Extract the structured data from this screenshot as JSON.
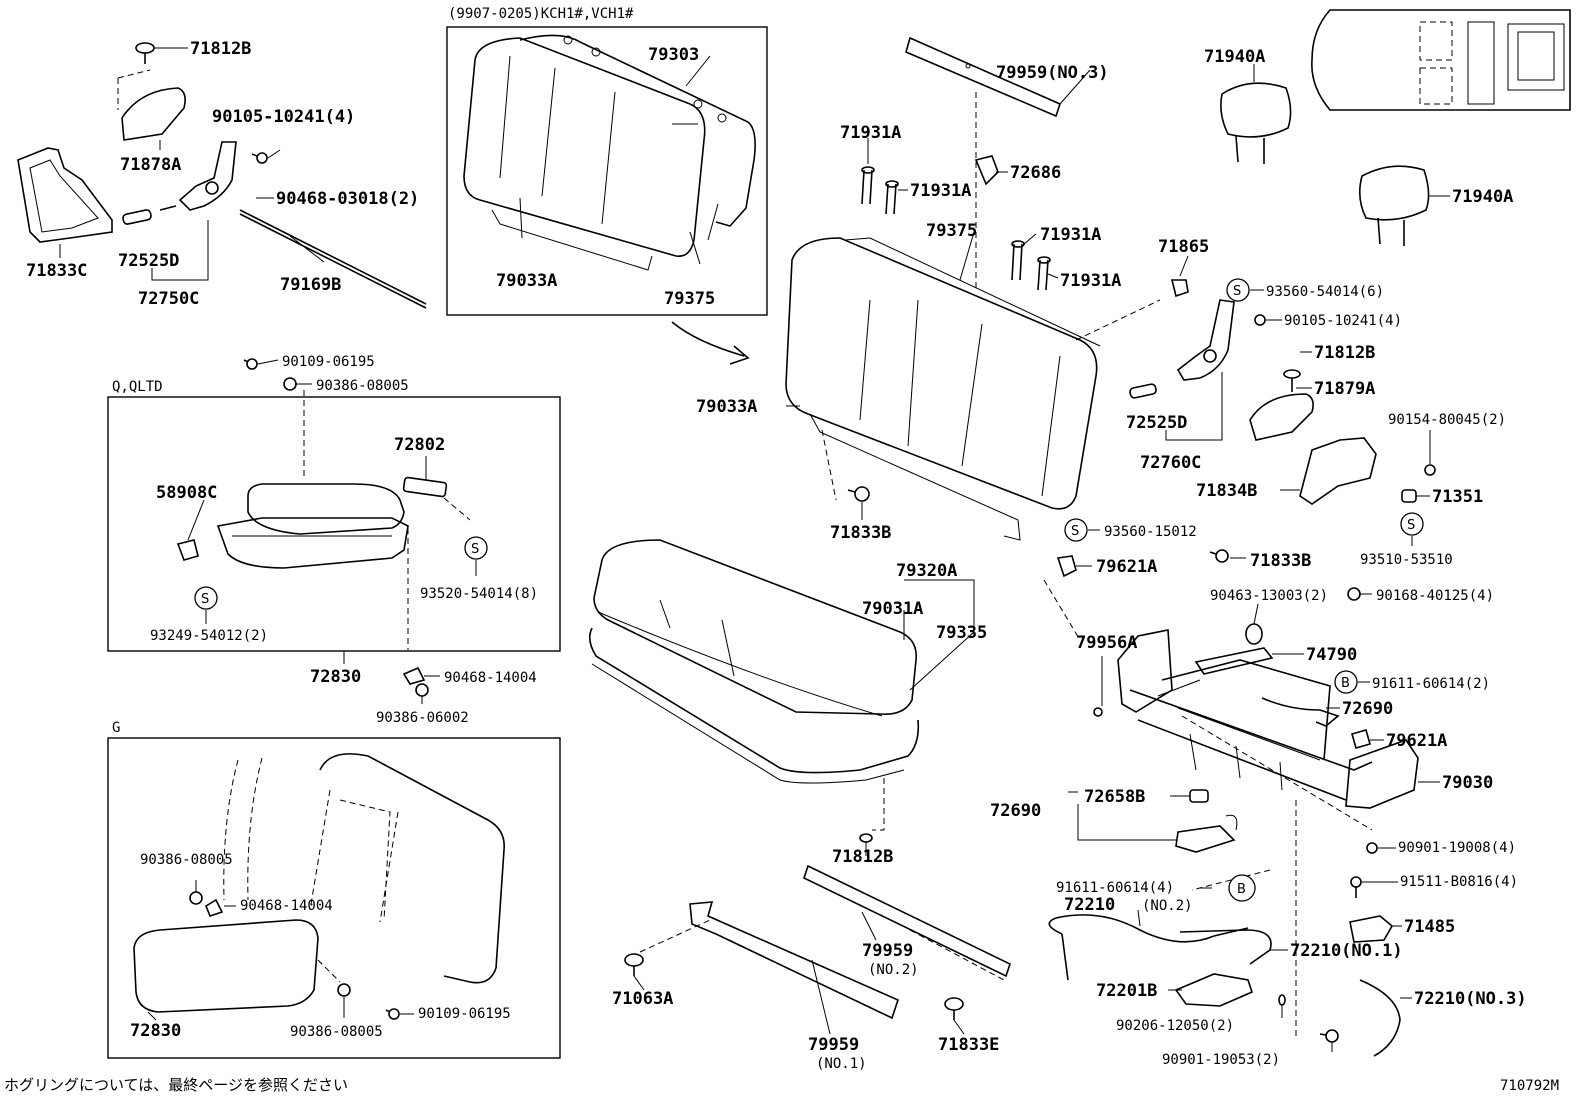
{
  "boxes": {
    "top_box_caption": "(9907-0205)KCH1#,VCH1#",
    "q_box_caption": "Q,QLTD",
    "g_box_caption": "G"
  },
  "callouts": [
    {
      "id": "c1",
      "text": "71812B"
    },
    {
      "id": "c2",
      "text": "90105-10241(4)"
    },
    {
      "id": "c3",
      "text": "71878A"
    },
    {
      "id": "c4",
      "text": "90468-03018(2)"
    },
    {
      "id": "c5",
      "text": "72525D"
    },
    {
      "id": "c6",
      "text": "72750C"
    },
    {
      "id": "c7",
      "text": "79169B"
    },
    {
      "id": "c8",
      "text": "71833C"
    },
    {
      "id": "c9",
      "text": "79303"
    },
    {
      "id": "c10",
      "text": "79033A"
    },
    {
      "id": "c11",
      "text": "79375"
    },
    {
      "id": "c12",
      "text": "79959(NO.3)"
    },
    {
      "id": "c13",
      "text": "71931A"
    },
    {
      "id": "c14",
      "text": "71931A"
    },
    {
      "id": "c15",
      "text": "72686"
    },
    {
      "id": "c16",
      "text": "79375"
    },
    {
      "id": "c17",
      "text": "71931A"
    },
    {
      "id": "c18",
      "text": "71931A"
    },
    {
      "id": "c19",
      "text": "71940A"
    },
    {
      "id": "c20",
      "text": "71940A"
    },
    {
      "id": "c21",
      "text": "71865"
    },
    {
      "id": "c22",
      "text": "93560-54014(6)"
    },
    {
      "id": "c23",
      "text": "90105-10241(4)"
    },
    {
      "id": "c24",
      "text": "71812B"
    },
    {
      "id": "c25",
      "text": "71879A"
    },
    {
      "id": "c26",
      "text": "72525D"
    },
    {
      "id": "c27",
      "text": "72760C"
    },
    {
      "id": "c28",
      "text": "90154-80045(2)"
    },
    {
      "id": "c29",
      "text": "71834B"
    },
    {
      "id": "c30",
      "text": "71351"
    },
    {
      "id": "c31",
      "text": "79033A"
    },
    {
      "id": "c32",
      "text": "71833B"
    },
    {
      "id": "c33",
      "text": "90109-06195"
    },
    {
      "id": "c34",
      "text": "90386-08005"
    },
    {
      "id": "c35",
      "text": "72802"
    },
    {
      "id": "c36",
      "text": "58908C"
    },
    {
      "id": "c37",
      "text": "93520-54014(8)"
    },
    {
      "id": "c38",
      "text": "93249-54012(2)"
    },
    {
      "id": "c39",
      "text": "72830"
    },
    {
      "id": "c40",
      "text": "90468-14004"
    },
    {
      "id": "c41",
      "text": "90386-06002"
    },
    {
      "id": "c42",
      "text": "93560-15012"
    },
    {
      "id": "c43",
      "text": "79621A"
    },
    {
      "id": "c44",
      "text": "71833B"
    },
    {
      "id": "c45",
      "text": "93510-53510"
    },
    {
      "id": "c46",
      "text": "90463-13003(2)"
    },
    {
      "id": "c47",
      "text": "90168-40125(4)"
    },
    {
      "id": "c48",
      "text": "79320A"
    },
    {
      "id": "c49",
      "text": "79031A"
    },
    {
      "id": "c50",
      "text": "79335"
    },
    {
      "id": "c51",
      "text": "79956A"
    },
    {
      "id": "c52",
      "text": "74790"
    },
    {
      "id": "c53",
      "text": "91611-60614(2)"
    },
    {
      "id": "c54",
      "text": "72690"
    },
    {
      "id": "c55",
      "text": "79621A"
    },
    {
      "id": "c56",
      "text": "79030"
    },
    {
      "id": "c57",
      "text": "72658B"
    },
    {
      "id": "c58",
      "text": "72690"
    },
    {
      "id": "c59",
      "text": "90901-19008(4)"
    },
    {
      "id": "c60",
      "text": "91511-B0816(4)"
    },
    {
      "id": "c61",
      "text": "71485"
    },
    {
      "id": "c62",
      "text": "71812B"
    },
    {
      "id": "c63",
      "text": "91611-60614(4)"
    },
    {
      "id": "c64",
      "text": "72210"
    },
    {
      "id": "c65",
      "text": "(NO.2)"
    },
    {
      "id": "c66",
      "text": "72210(NO.1)"
    },
    {
      "id": "c67",
      "text": "72201B"
    },
    {
      "id": "c68",
      "text": "72210(NO.3)"
    },
    {
      "id": "c69",
      "text": "90206-12050(2)"
    },
    {
      "id": "c70",
      "text": "90901-19053(2)"
    },
    {
      "id": "c71",
      "text": "79959"
    },
    {
      "id": "c72",
      "text": "(NO.2)"
    },
    {
      "id": "c73",
      "text": "71063A"
    },
    {
      "id": "c74",
      "text": "79959"
    },
    {
      "id": "c75",
      "text": "(NO.1)"
    },
    {
      "id": "c76",
      "text": "71833E"
    },
    {
      "id": "c77",
      "text": "90386-08005"
    },
    {
      "id": "c78",
      "text": "90468-14004"
    },
    {
      "id": "c79",
      "text": "72830"
    },
    {
      "id": "c80",
      "text": "90386-08005"
    },
    {
      "id": "c81",
      "text": "90109-06195"
    }
  ],
  "symbols": {
    "s_label": "S",
    "b_label": "B"
  },
  "footer": {
    "note": "ホグリングについては、最終ページを参照ください",
    "diagram_no": "710792M"
  }
}
